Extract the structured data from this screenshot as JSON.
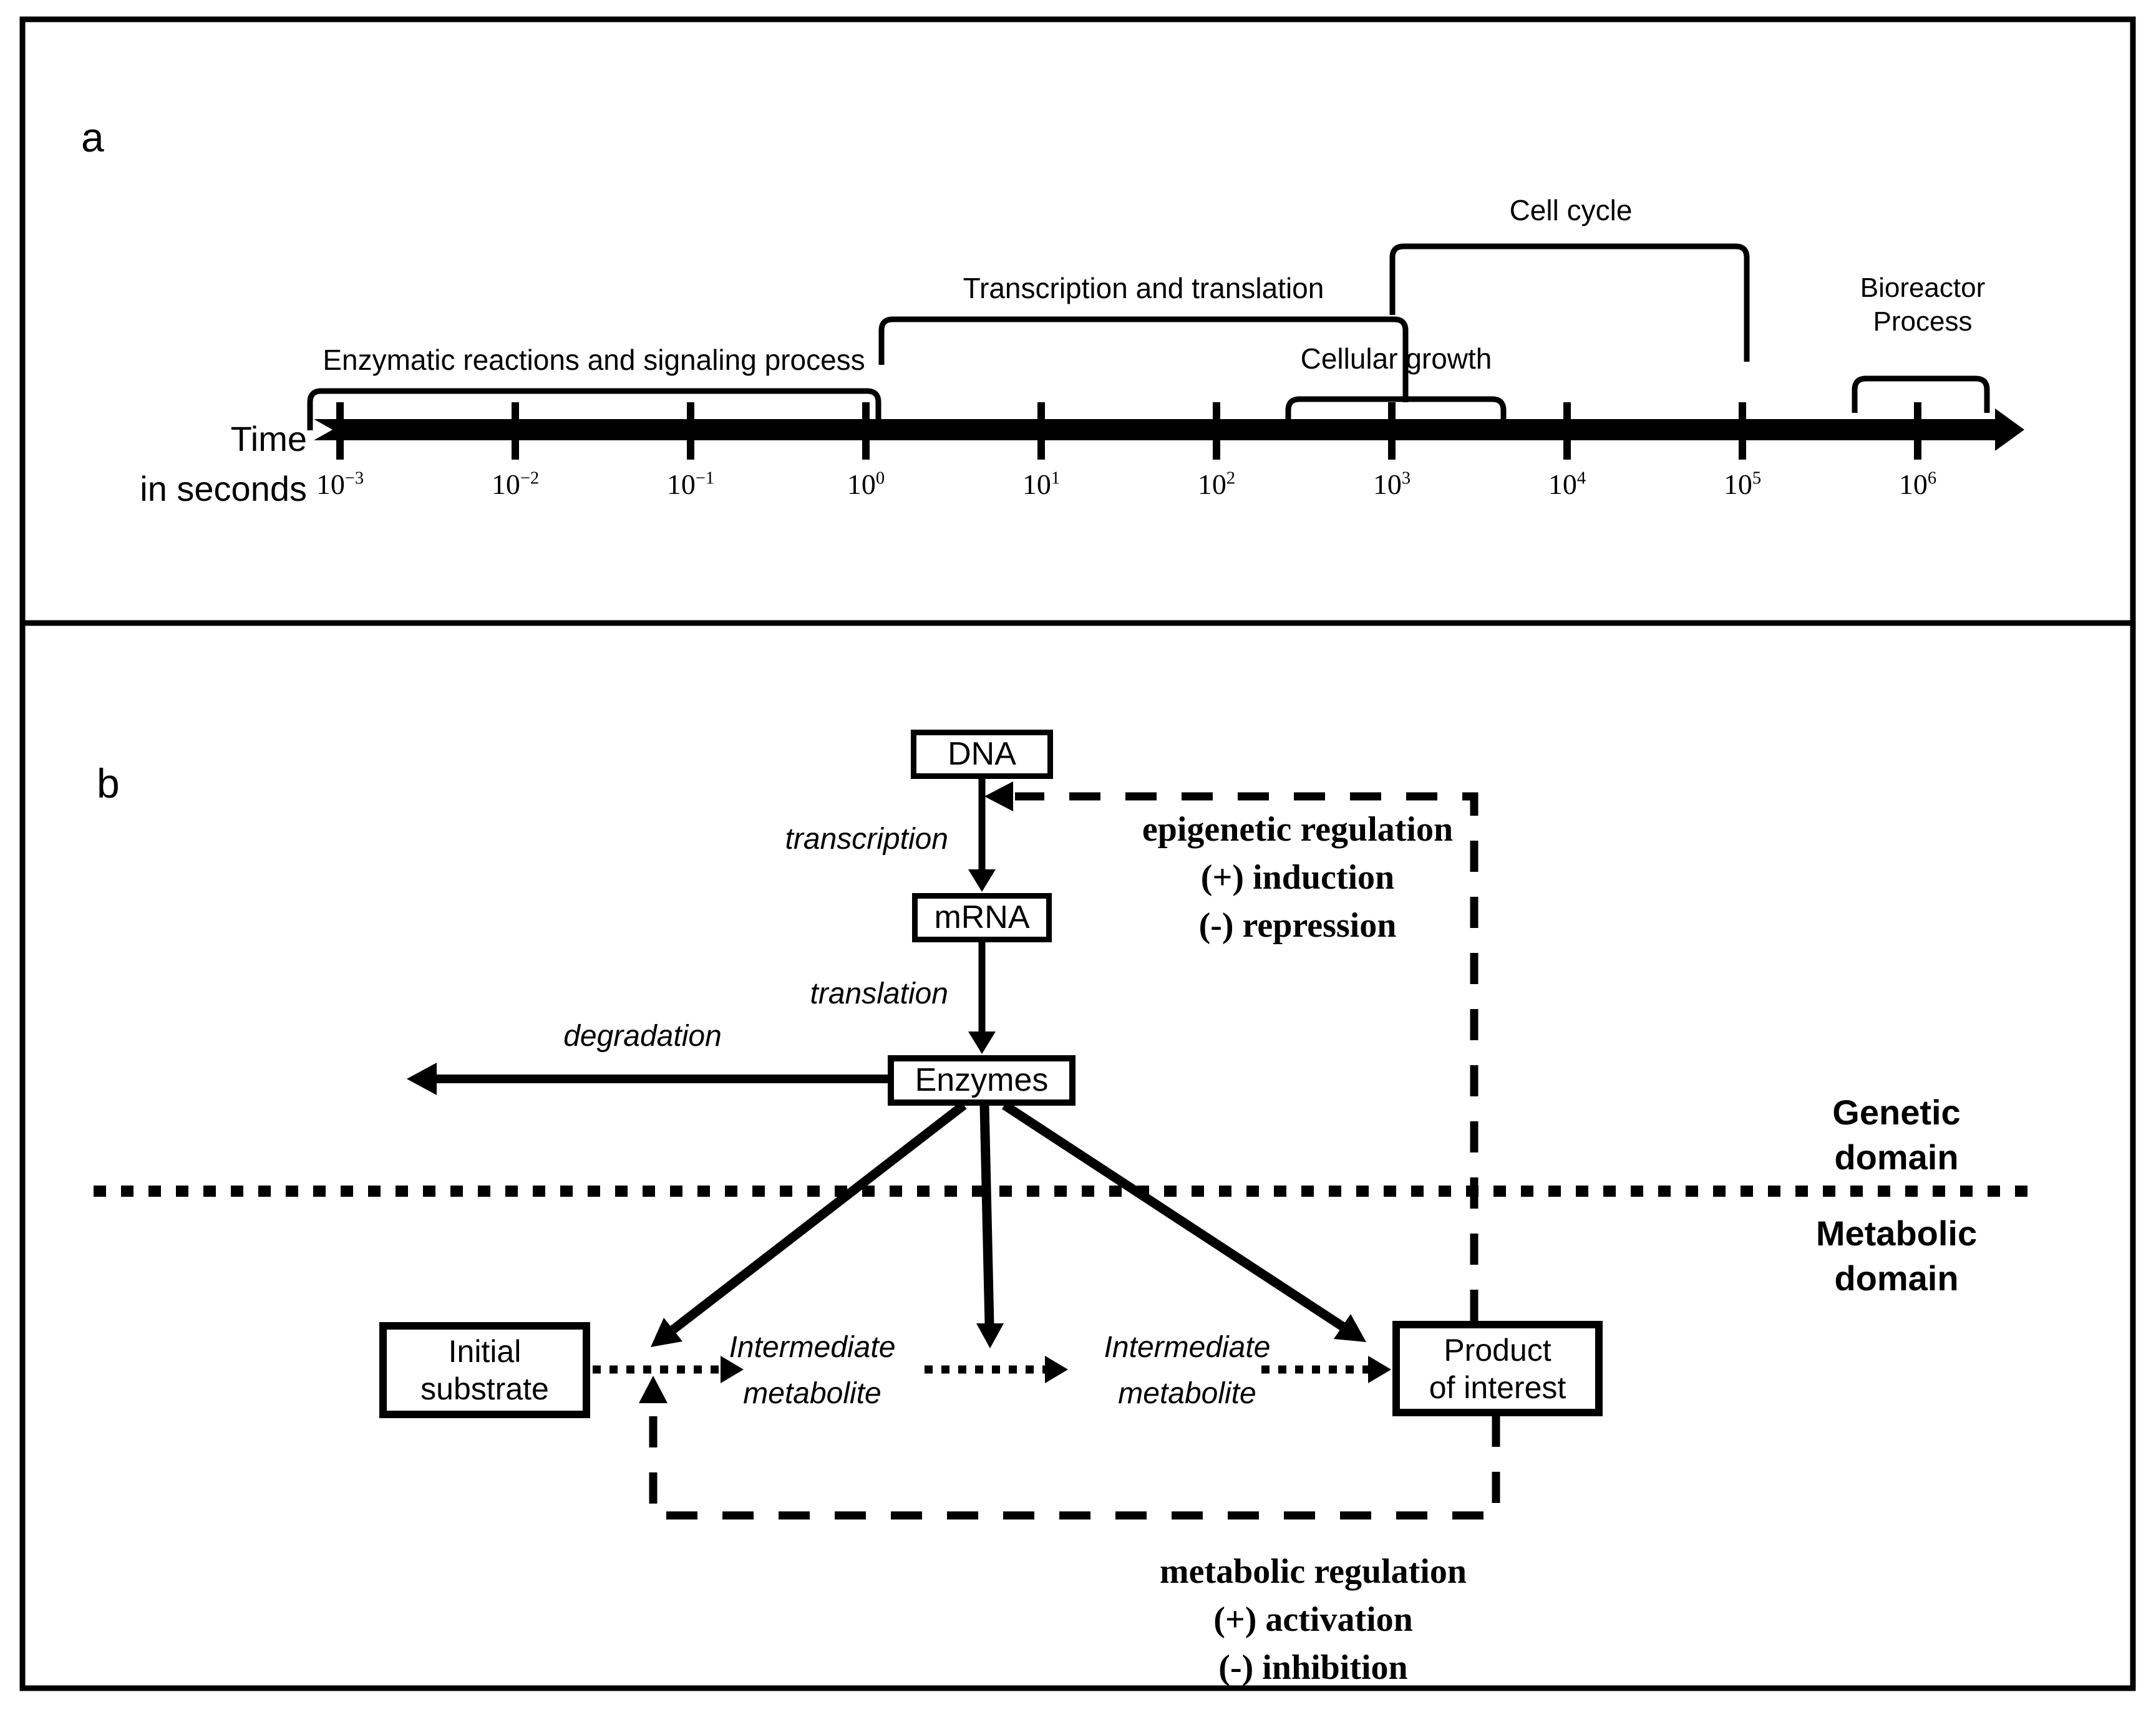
{
  "panel_a": {
    "label": "a",
    "axis_title": "Time\nin seconds",
    "ticks": [
      {
        "base": "10",
        "exp": "−3"
      },
      {
        "base": "10",
        "exp": "−2"
      },
      {
        "base": "10",
        "exp": "−1"
      },
      {
        "base": "10",
        "exp": "0"
      },
      {
        "base": "10",
        "exp": "1"
      },
      {
        "base": "10",
        "exp": "2"
      },
      {
        "base": "10",
        "exp": "3"
      },
      {
        "base": "10",
        "exp": "4"
      },
      {
        "base": "10",
        "exp": "5"
      },
      {
        "base": "10",
        "exp": "6"
      }
    ],
    "brackets": {
      "enzymatic": "Enzymatic reactions and signaling process",
      "transcription_translation": "Transcription and translation",
      "cellular_growth": "Cellular growth",
      "cell_cycle": "Cell cycle",
      "bioreactor": "Bioreactor\nProcess"
    }
  },
  "panel_b": {
    "label": "b",
    "nodes": {
      "dna": "DNA",
      "mrna": "mRNA",
      "enzymes": "Enzymes",
      "initial_substrate": "Initial\nsubstrate",
      "product_of_interest": "Product\nof interest",
      "intermediate_1": "Intermediate\nmetabolite",
      "intermediate_2": "Intermediate\nmetabolite"
    },
    "process_labels": {
      "transcription": "transcription",
      "translation": "translation",
      "degradation": "degradation"
    },
    "epigenetic_regulation": "epigenetic regulation\n(+) induction\n(-) repression",
    "metabolic_regulation": "metabolic regulation\n(+) activation\n(-) inhibition",
    "domains": {
      "genetic": "Genetic\ndomain",
      "metabolic": "Metabolic\ndomain"
    }
  },
  "colors": {
    "ink": "#000000",
    "background": "#ffffff"
  }
}
